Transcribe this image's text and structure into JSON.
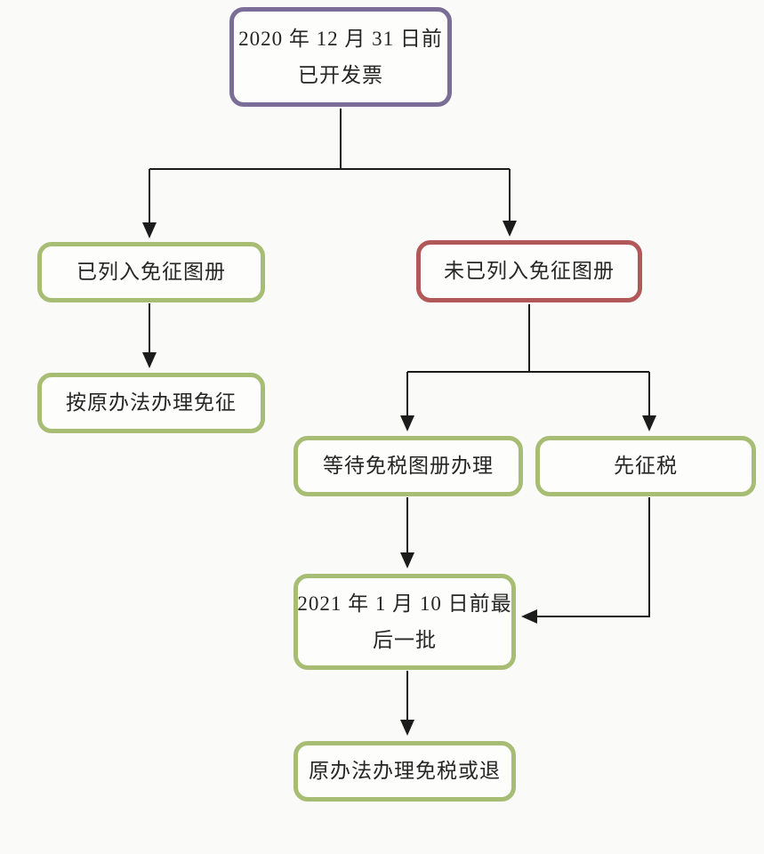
{
  "colors": {
    "background": "#fafaf8",
    "box_fill": "#fdfdfb",
    "purple_border": "#7b6e96",
    "green_border": "#a6bd73",
    "red_border": "#b25858",
    "connector": "#1c1c1c",
    "text": "#262626"
  },
  "nodes": {
    "invoiced": {
      "lines": [
        "2020 年 12 月 31 日前",
        "已开发票"
      ],
      "border_color": "#7b6e96"
    },
    "listed": {
      "lines": [
        "已列入免征图册"
      ],
      "border_color": "#a6bd73"
    },
    "not_listed": {
      "lines": [
        "未已列入免征图册"
      ],
      "border_color": "#b25858"
    },
    "original_exempt": {
      "lines": [
        "按原办法办理免征"
      ],
      "border_color": "#a6bd73"
    },
    "wait_album": {
      "lines": [
        "等待免税图册办理"
      ],
      "border_color": "#a6bd73"
    },
    "tax_first": {
      "lines": [
        "先征税"
      ],
      "border_color": "#a6bd73"
    },
    "last_batch": {
      "lines": [
        "2021 年 1 月 10 日前最",
        "后一批"
      ],
      "border_color": "#a6bd73"
    },
    "original_refund": {
      "lines": [
        "原办法办理免税或退"
      ],
      "border_color": "#a6bd73"
    }
  }
}
